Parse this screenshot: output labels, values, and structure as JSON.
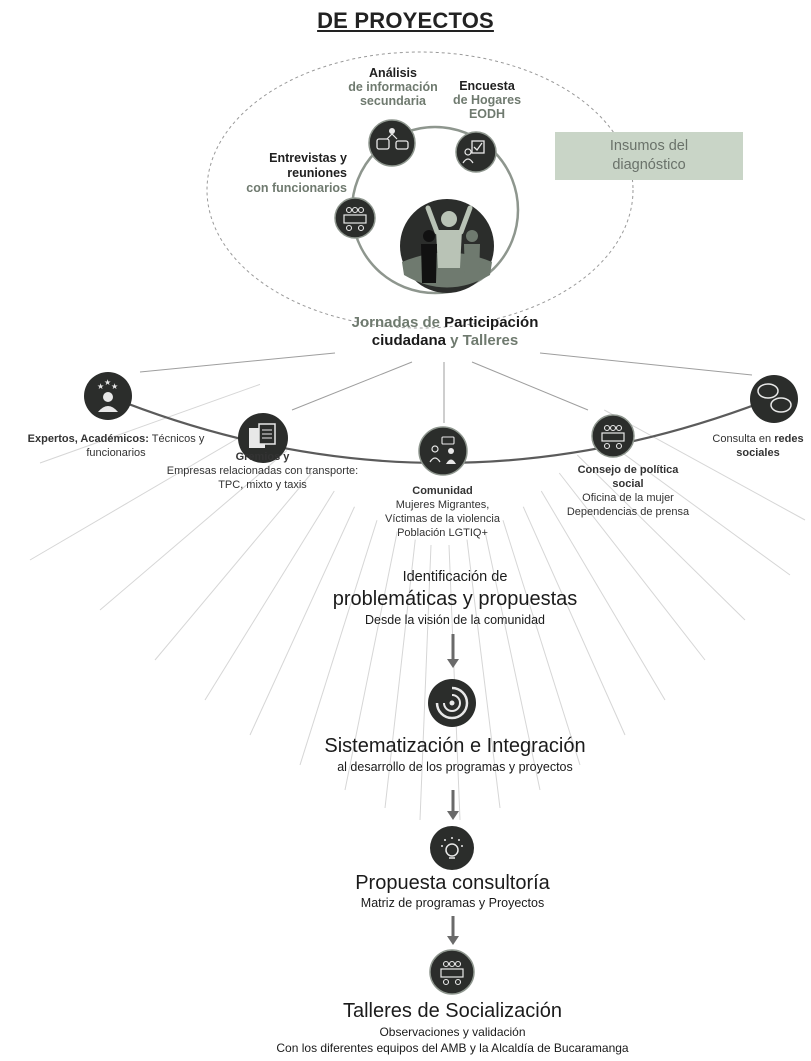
{
  "title": "DE PROYECTOS",
  "inputs": {
    "analisis": {
      "l1": "Análisis",
      "l2": "de información",
      "l3": "secundaria"
    },
    "encuesta": {
      "l1": "Encuesta",
      "l2": "de Hogares",
      "l3": "EODH"
    },
    "entrevistas": {
      "l1": "Entrevistas y",
      "l2": "reuniones",
      "l3": "con funcionarios"
    },
    "insumos": {
      "l1": "Insumos del",
      "l2": "diagnóstico"
    }
  },
  "jornadas": {
    "p1": "Jornadas de",
    "p2": "Participación",
    "p3": "ciudadana",
    "p4": "y",
    "p5": "Talleres"
  },
  "stakeholders": {
    "expertos": {
      "bold": "Expertos, Académicos:",
      "rest": "Técnicos y",
      "l2": "funcionarios"
    },
    "gremios": {
      "bold": "Gremios y",
      "l2": "Empresas relacionadas con transporte:",
      "l3": "TPC, mixto y taxis"
    },
    "comunidad": {
      "bold": "Comunidad",
      "l2": "Mujeres Migrantes,",
      "l3": "Víctimas de la violencia",
      "l4": "Población LGTIQ+"
    },
    "consejo": {
      "bold1": "Consejo de política",
      "bold2": "social",
      "l3": "Oficina de la mujer",
      "l4": "Dependencias de prensa"
    },
    "redes": {
      "pre": "Consulta en",
      "bold1": "redes",
      "bold2": "sociales"
    }
  },
  "flow": {
    "identificacion": {
      "top": "Identificación de",
      "title": "problemáticas y propuestas",
      "sub": "Desde la visión de la comunidad"
    },
    "sistematizacion": {
      "title": "Sistematización e Integración",
      "sub": "al desarrollo de los programas y proyectos"
    },
    "propuesta": {
      "title": "Propuesta consultoría",
      "sub": "Matriz de programas y Proyectos"
    },
    "talleres": {
      "title": "Talleres de Socialización",
      "sub1": "Observaciones y validación",
      "sub2": "Con los diferentes equipos del AMB y la Alcaldía de Bucaramanga"
    }
  },
  "colors": {
    "icon_dark": "#2b2d2b",
    "ring": "#8e968e",
    "accent_green": "#6f7a6f",
    "insumos_bg": "#c9d5c7",
    "rays": "#d4d4d4"
  }
}
